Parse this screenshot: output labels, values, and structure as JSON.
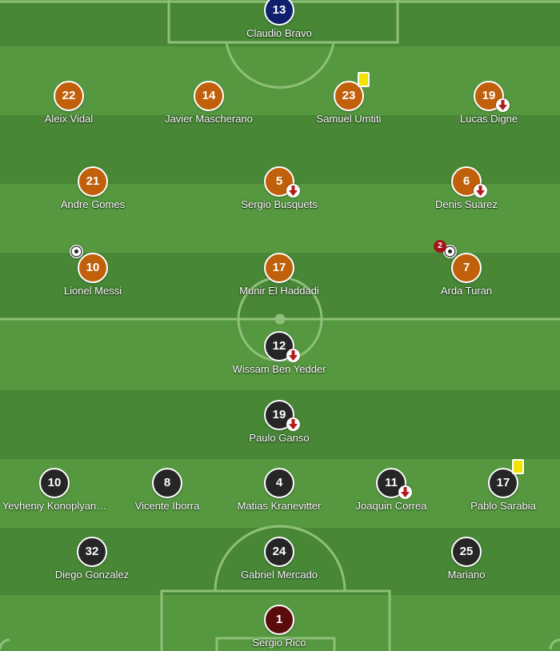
{
  "home_team": {
    "goalkeeper": {
      "number": "13",
      "name": "Claudio Bravo"
    },
    "players": [
      {
        "number": "22",
        "name": "Aleix Vidal"
      },
      {
        "number": "14",
        "name": "Javier Mascherano"
      },
      {
        "number": "23",
        "name": "Samuel Umtiti",
        "yellow_card": true
      },
      {
        "number": "19",
        "name": "Lucas Digne",
        "subbed_off": true
      },
      {
        "number": "21",
        "name": "Andre Gomes"
      },
      {
        "number": "5",
        "name": "Sergio Busquets",
        "subbed_off": true
      },
      {
        "number": "6",
        "name": "Denis Suarez",
        "subbed_off": true
      },
      {
        "number": "10",
        "name": "Lionel Messi",
        "goals": 1
      },
      {
        "number": "17",
        "name": "Munir El Haddadi"
      },
      {
        "number": "7",
        "name": "Arda Turan",
        "goals": 2,
        "goal_count_label": "2"
      }
    ]
  },
  "away_team": {
    "players": [
      {
        "number": "12",
        "name": "Wissam Ben Yedder",
        "subbed_off": true
      },
      {
        "number": "19",
        "name": "Paulo Ganso",
        "subbed_off": true
      },
      {
        "number": "10",
        "name": "Yevheniy Konoplyan…"
      },
      {
        "number": "8",
        "name": "Vicente Iborra"
      },
      {
        "number": "4",
        "name": "Matias Kranevitter"
      },
      {
        "number": "11",
        "name": "Joaquin Correa",
        "subbed_off": true
      },
      {
        "number": "17",
        "name": "Pablo Sarabia",
        "yellow_card": true
      },
      {
        "number": "32",
        "name": "Diego Gonzalez"
      },
      {
        "number": "24",
        "name": "Gabriel Mercado"
      },
      {
        "number": "25",
        "name": "Mariano"
      }
    ],
    "goalkeeper": {
      "number": "1",
      "name": "Sergio Rico"
    }
  },
  "colors": {
    "home_disc": "#c0600b",
    "away_disc": "#262626",
    "home_goalkeeper": "#0f1f6b",
    "away_goalkeeper": "#5a0c0c",
    "yellow_card": "#f3e300",
    "sub_arrow": "#b01c1c"
  },
  "icons": {
    "substitution": "sub-off-arrow-icon",
    "yellow_card": "yellow-card-icon",
    "goal": "football-icon"
  }
}
